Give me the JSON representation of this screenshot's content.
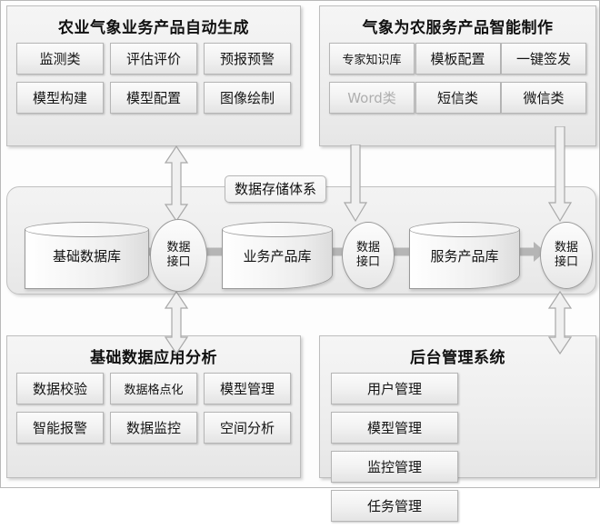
{
  "diagram": {
    "title_note": "",
    "panels": {
      "top_left": {
        "title": "农业气象业务产品自动生成",
        "buttons": [
          "监测类",
          "评估评价",
          "预报预警",
          "模型构建",
          "模型配置",
          "图像绘制"
        ]
      },
      "top_right": {
        "title": "气象为农服务产品智能制作",
        "buttons": [
          "专家知识库",
          "模板配置",
          "一键签发",
          "Word类",
          "短信类",
          "微信类"
        ],
        "muted_buttons": [
          "Word类"
        ]
      },
      "bottom_left": {
        "title": "基础数据应用分析",
        "buttons": [
          "数据校验",
          "数据格点化",
          "模型管理",
          "智能报警",
          "数据监控",
          "空间分析"
        ]
      },
      "bottom_right": {
        "title": "后台管理系统",
        "buttons": [
          "用户管理",
          "模型管理",
          "监控管理",
          "任务管理"
        ]
      }
    },
    "storage": {
      "label": "数据存储体系",
      "databases": [
        "基础数据库",
        "业务产品库",
        "服务产品库"
      ],
      "interfaces": [
        {
          "line1": "数据",
          "line2": "接口"
        },
        {
          "line1": "数据",
          "line2": "接口"
        },
        {
          "line1": "数据",
          "line2": "接口"
        }
      ]
    },
    "connectors": [
      {
        "name": "top-left-to-storage",
        "direction": "bidirectional"
      },
      {
        "name": "top-right-to-storage",
        "direction": "down"
      },
      {
        "name": "top-right-far-to-storage",
        "direction": "down"
      },
      {
        "name": "storage-to-bottom-left",
        "direction": "bidirectional"
      },
      {
        "name": "storage-to-bottom-right",
        "direction": "bidirectional"
      }
    ],
    "colors": {
      "panel_fill": "#eeeeee",
      "panel_border": "#bdbdbd",
      "button_fill": "#f2f2f2",
      "button_border": "#b6b6b6",
      "arrow_fill": "#b5b5b5",
      "text": "#111111",
      "muted_text": "#aeaeae"
    }
  }
}
